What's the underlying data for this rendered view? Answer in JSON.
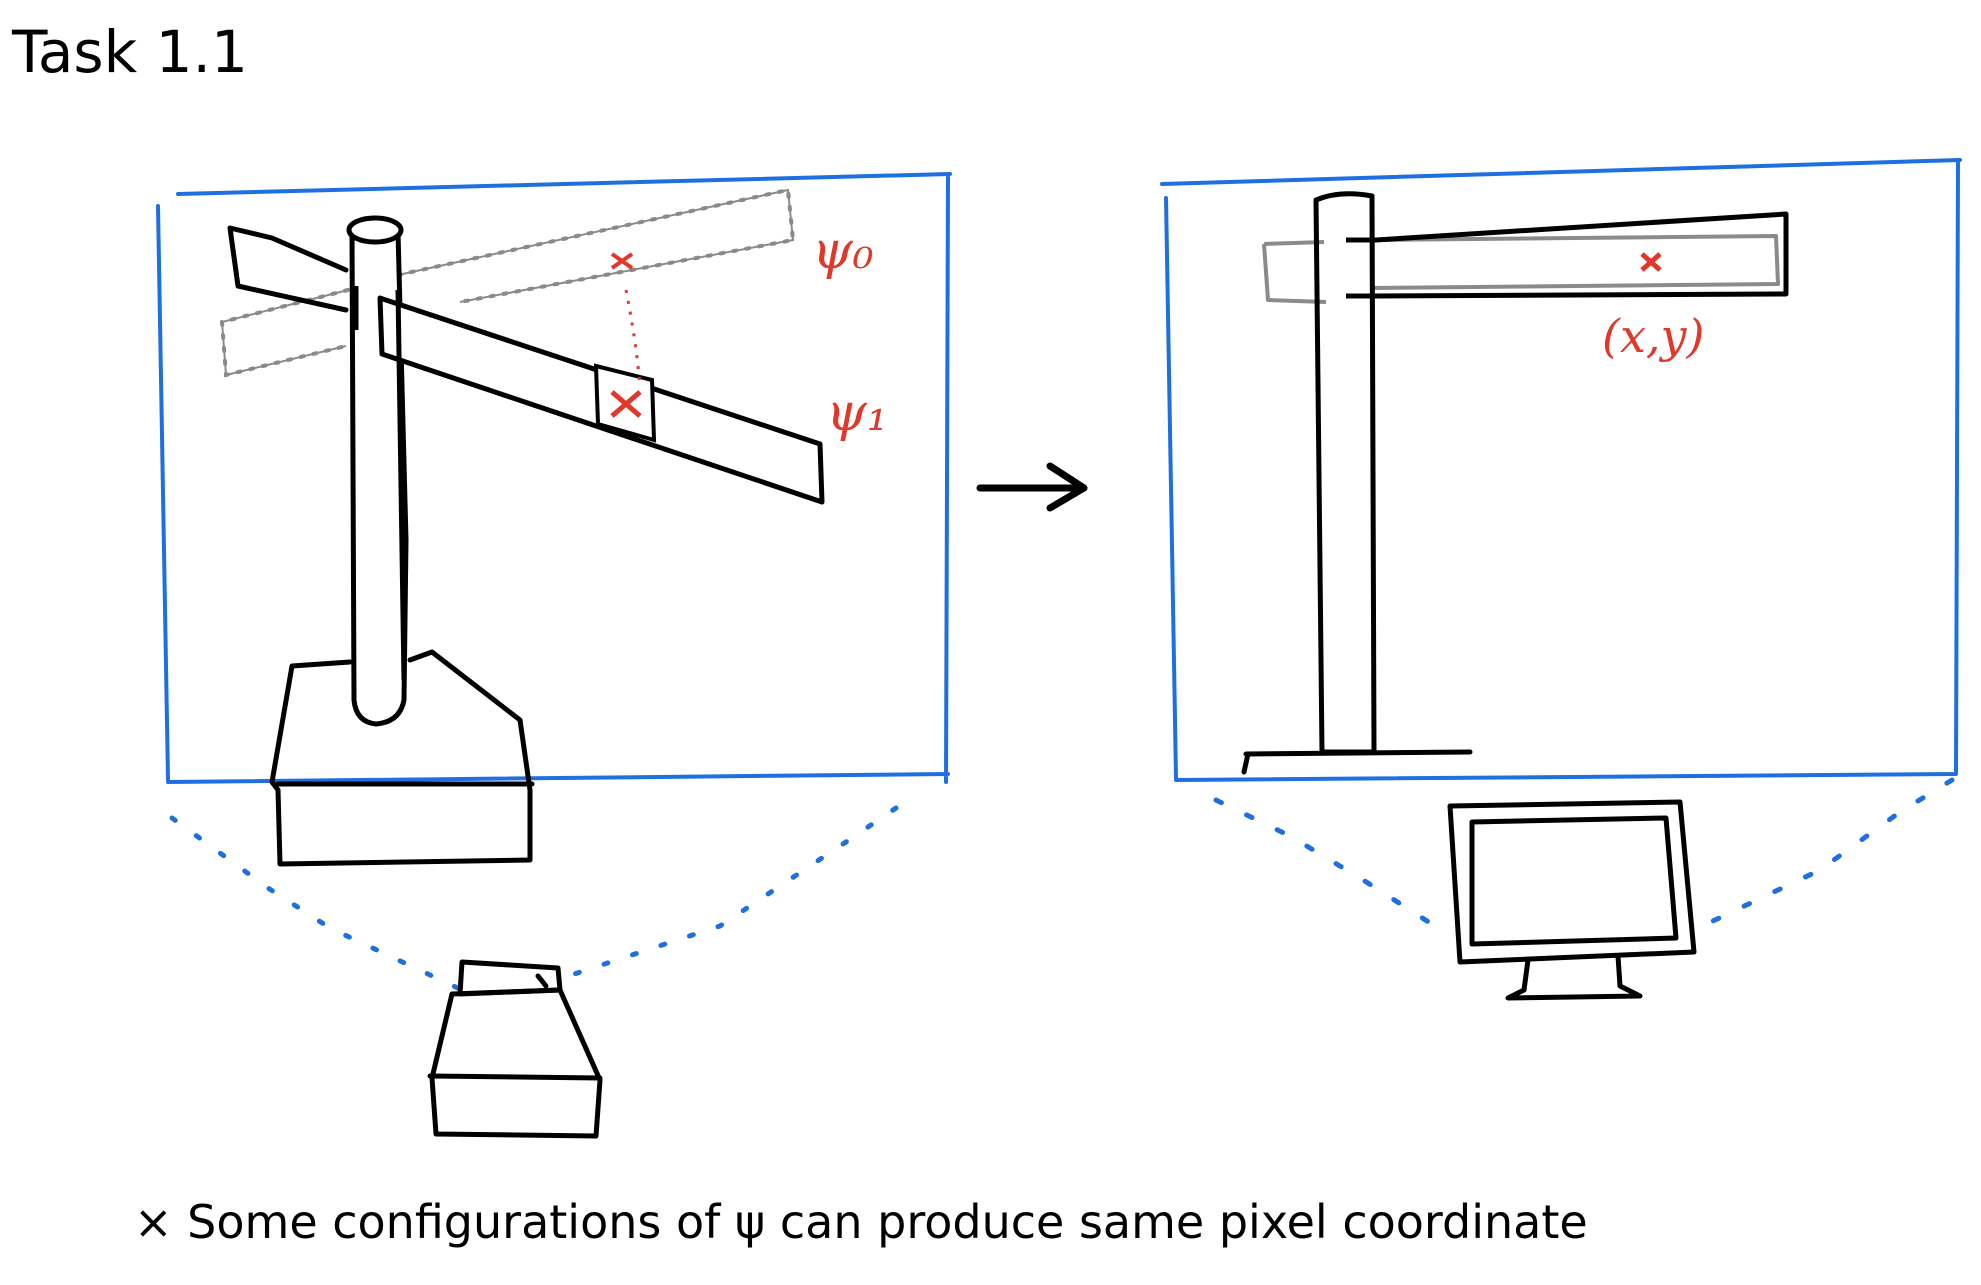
{
  "title": "Task 1.1",
  "left_panel": {
    "label_psi_0": "ψ₀",
    "label_psi_1": "ψ₁",
    "camera_icon": "camera-icon",
    "mark_symbol": "×"
  },
  "right_panel": {
    "coordinate_label": "(x,y)",
    "monitor_icon": "monitor-icon",
    "mark_symbol": "×"
  },
  "footnote": "× Some configurations of ψ can produce same pixel coordinate",
  "colors": {
    "frame": "#1f6fe0",
    "ink": "#000000",
    "annotation": "#e0382b",
    "ghost": "#8a8a8a"
  }
}
